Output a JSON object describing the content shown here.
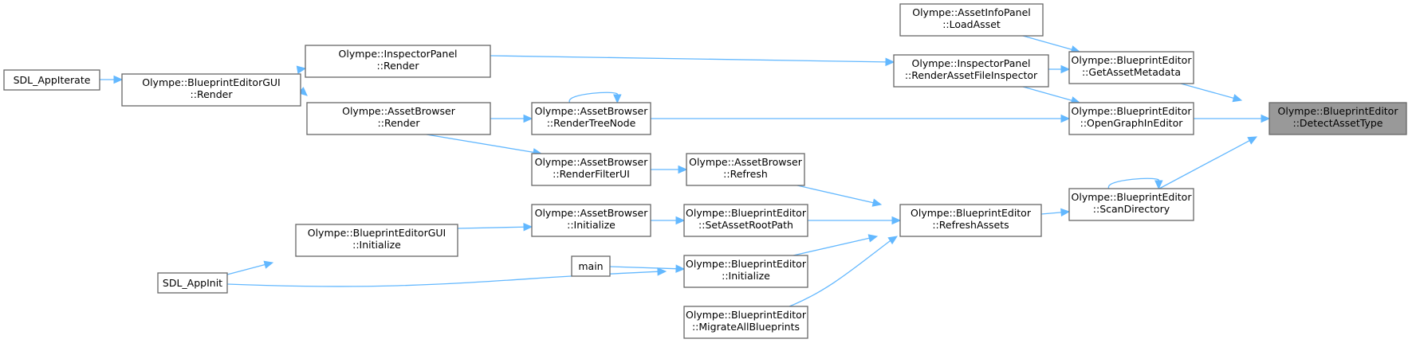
{
  "diagram": {
    "type": "call-graph",
    "title": "Olympe::BlueprintEditor::DetectAssetType caller graph",
    "colors": {
      "edge": "#63b8ff",
      "node_border": "#666666",
      "node_fill": "#ffffff",
      "highlight_fill": "#999999"
    },
    "nodes": [
      {
        "id": "sdl_appiterate",
        "lines": [
          "SDL_AppIterate"
        ]
      },
      {
        "id": "bpgui_render",
        "lines": [
          "Olympe::BlueprintEditorGUI",
          "::Render"
        ]
      },
      {
        "id": "inspector_render",
        "lines": [
          "Olympe::InspectorPanel",
          "::Render"
        ]
      },
      {
        "id": "assetbrowser_render",
        "lines": [
          "Olympe::AssetBrowser",
          "::Render"
        ]
      },
      {
        "id": "rendertreenode",
        "lines": [
          "Olympe::AssetBrowser",
          "::RenderTreeNode"
        ]
      },
      {
        "id": "renderfilterui",
        "lines": [
          "Olympe::AssetBrowser",
          "::RenderFilterUI"
        ]
      },
      {
        "id": "ab_refresh",
        "lines": [
          "Olympe::AssetBrowser",
          "::Refresh"
        ]
      },
      {
        "id": "loadasset",
        "lines": [
          "Olympe::AssetInfoPanel",
          "::LoadAsset"
        ]
      },
      {
        "id": "renderassetfileinspector",
        "lines": [
          "Olympe::InspectorPanel",
          "::RenderAssetFileInspector"
        ]
      },
      {
        "id": "getassetmetadata",
        "lines": [
          "Olympe::BlueprintEditor",
          "::GetAssetMetadata"
        ]
      },
      {
        "id": "opengraphineditor",
        "lines": [
          "Olympe::BlueprintEditor",
          "::OpenGraphInEditor"
        ]
      },
      {
        "id": "detectassettype",
        "lines": [
          "Olympe::BlueprintEditor",
          "::DetectAssetType"
        ],
        "highlight": true
      },
      {
        "id": "scandirectory",
        "lines": [
          "Olympe::BlueprintEditor",
          "::ScanDirectory"
        ]
      },
      {
        "id": "refreshassets",
        "lines": [
          "Olympe::BlueprintEditor",
          "::RefreshAssets"
        ]
      },
      {
        "id": "bpgui_initialize",
        "lines": [
          "Olympe::BlueprintEditorGUI",
          "::Initialize"
        ]
      },
      {
        "id": "ab_initialize",
        "lines": [
          "Olympe::AssetBrowser",
          "::Initialize"
        ]
      },
      {
        "id": "setassetrootpath",
        "lines": [
          "Olympe::BlueprintEditor",
          "::SetAssetRootPath"
        ]
      },
      {
        "id": "main",
        "lines": [
          "main"
        ]
      },
      {
        "id": "be_initialize",
        "lines": [
          "Olympe::BlueprintEditor",
          "::Initialize"
        ]
      },
      {
        "id": "sdl_appinit",
        "lines": [
          "SDL_AppInit"
        ]
      },
      {
        "id": "migrateallblueprints",
        "lines": [
          "Olympe::BlueprintEditor",
          "::MigrateAllBlueprints"
        ]
      }
    ],
    "edges": [
      {
        "from": "sdl_appiterate",
        "to": "bpgui_render"
      },
      {
        "from": "bpgui_render",
        "to": "inspector_render"
      },
      {
        "from": "bpgui_render",
        "to": "assetbrowser_render"
      },
      {
        "from": "inspector_render",
        "to": "renderassetfileinspector"
      },
      {
        "from": "assetbrowser_render",
        "to": "rendertreenode"
      },
      {
        "from": "assetbrowser_render",
        "to": "renderfilterui"
      },
      {
        "from": "rendertreenode",
        "to": "rendertreenode"
      },
      {
        "from": "rendertreenode",
        "to": "opengraphineditor"
      },
      {
        "from": "renderfilterui",
        "to": "ab_refresh"
      },
      {
        "from": "ab_refresh",
        "to": "refreshassets"
      },
      {
        "from": "loadasset",
        "to": "getassetmetadata"
      },
      {
        "from": "renderassetfileinspector",
        "to": "getassetmetadata"
      },
      {
        "from": "renderassetfileinspector",
        "to": "opengraphineditor"
      },
      {
        "from": "getassetmetadata",
        "to": "detectassettype"
      },
      {
        "from": "opengraphineditor",
        "to": "detectassettype"
      },
      {
        "from": "scandirectory",
        "to": "detectassettype"
      },
      {
        "from": "scandirectory",
        "to": "scandirectory"
      },
      {
        "from": "refreshassets",
        "to": "scandirectory"
      },
      {
        "from": "sdl_appinit",
        "to": "bpgui_initialize"
      },
      {
        "from": "sdl_appinit",
        "to": "be_initialize"
      },
      {
        "from": "bpgui_initialize",
        "to": "ab_initialize"
      },
      {
        "from": "ab_initialize",
        "to": "setassetrootpath"
      },
      {
        "from": "setassetrootpath",
        "to": "refreshassets"
      },
      {
        "from": "main",
        "to": "be_initialize"
      },
      {
        "from": "be_initialize",
        "to": "refreshassets"
      },
      {
        "from": "migrateallblueprints",
        "to": "refreshassets"
      }
    ]
  }
}
